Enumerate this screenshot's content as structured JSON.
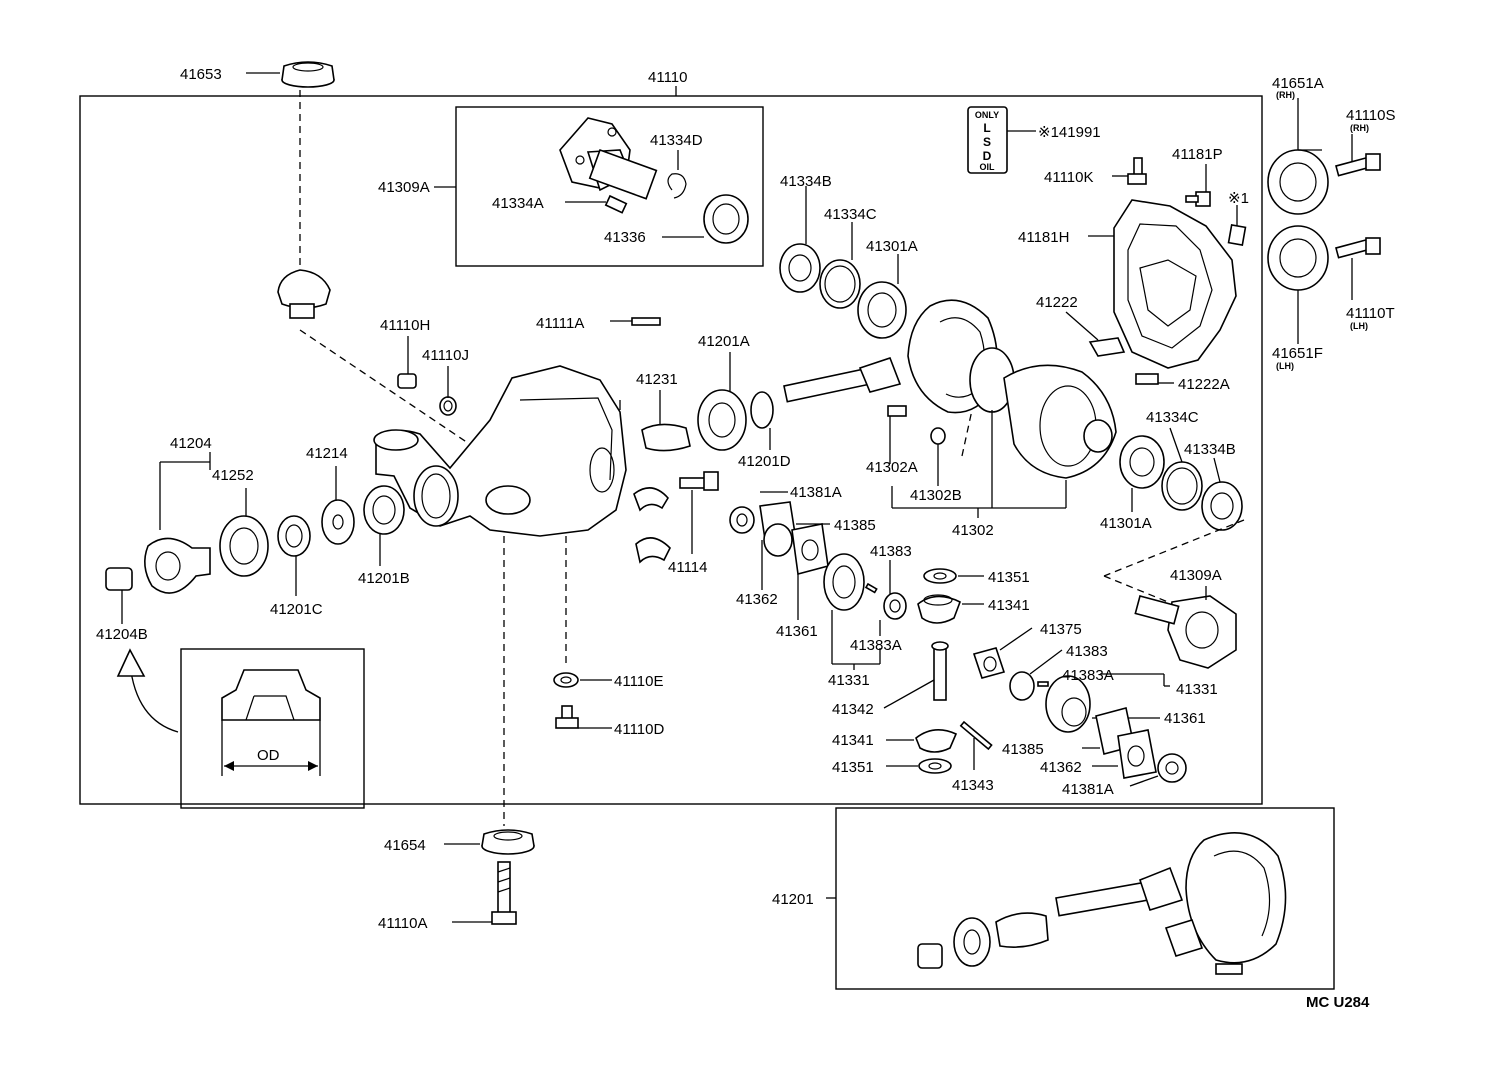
{
  "labels": {
    "p41653": "41653",
    "p41110": "41110",
    "p41651A": "41651A",
    "rh1": "(RH)",
    "p41110S": "41110S",
    "rh2": "(RH)",
    "p41309A_top": "41309A",
    "p41334D": "41334D",
    "p41334A": "41334A",
    "p41336": "41336",
    "lsd_note": "※141991",
    "p41181P": "41181P",
    "p41110K": "41110K",
    "star1": "※1",
    "p41334B_top": "41334B",
    "p41334C_top": "41334C",
    "p41301A_top": "41301A",
    "p41181H": "41181H",
    "p41110T": "41110T",
    "lh1": "(LH)",
    "p41651F": "41651F",
    "lh2": "(LH)",
    "p41222": "41222",
    "p41222A": "41222A",
    "p41110H": "41110H",
    "p41111A": "41111A",
    "p41201A": "41201A",
    "p41110J": "41110J",
    "p41231": "41231",
    "p41201D": "41201D",
    "p41302A": "41302A",
    "p41302B": "41302B",
    "p41302": "41302",
    "p41334C_right": "41334C",
    "p41334B_right": "41334B",
    "p41301A_right": "41301A",
    "p41204": "41204",
    "p41252": "41252",
    "p41214": "41214",
    "p41201B": "41201B",
    "p41201C": "41201C",
    "p41204B": "41204B",
    "p41381A_top": "41381A",
    "p41385_top": "41385",
    "p41114": "41114",
    "p41362_left": "41362",
    "p41361_left": "41361",
    "p41383_top": "41383",
    "p41383A_left": "41383A",
    "p41331_left": "41331",
    "p41351_top": "41351",
    "p41341_top": "41341",
    "p41375": "41375",
    "p41383_right": "41383",
    "p41383A_right": "41383A",
    "p41331_right": "41331",
    "p41361_right": "41361",
    "p41342": "41342",
    "p41341_bottom": "41341",
    "p41351_bottom": "41351",
    "p41343": "41343",
    "p41385_bottom": "41385",
    "p41362_right": "41362",
    "p41381A_bottom": "41381A",
    "p41309A_right": "41309A",
    "p41110E": "41110E",
    "p41110D": "41110D",
    "od": "OD",
    "p41654": "41654",
    "p41110A": "41110A",
    "p41201": "41201",
    "code": "MC  U284"
  },
  "lsd_plate": {
    "line1": "ONLY",
    "line2": "L",
    "line3": "S",
    "line4": "D",
    "line5": "OIL"
  }
}
